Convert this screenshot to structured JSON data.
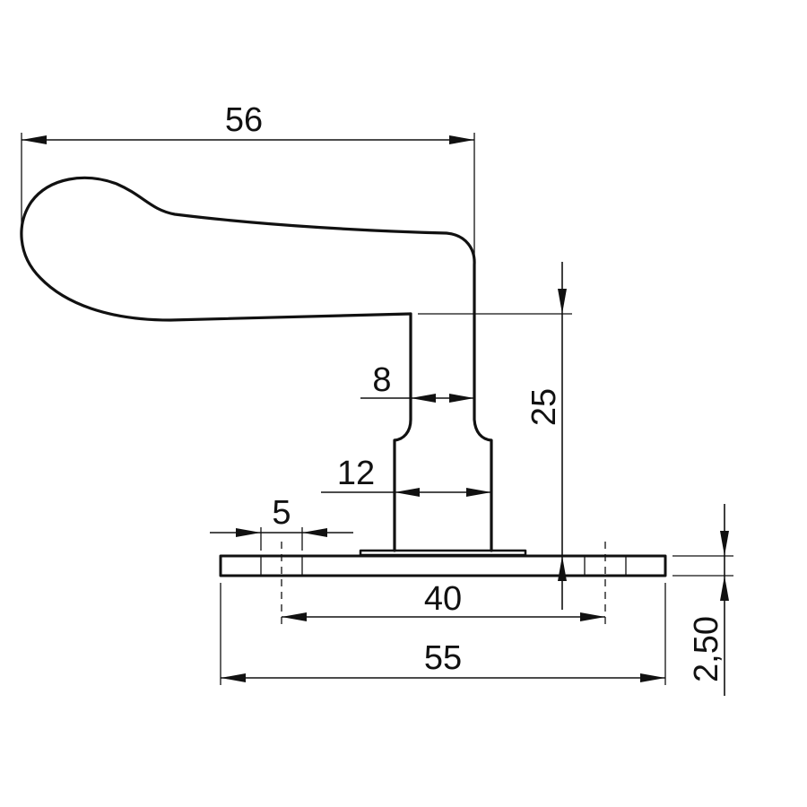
{
  "dimensions": {
    "handle_length": "56",
    "neck_width": "8",
    "shank_width": "12",
    "height": "25",
    "hole_diameter": "5",
    "hole_spacing": "40",
    "plate_length": "55",
    "plate_thickness": "2,50"
  }
}
